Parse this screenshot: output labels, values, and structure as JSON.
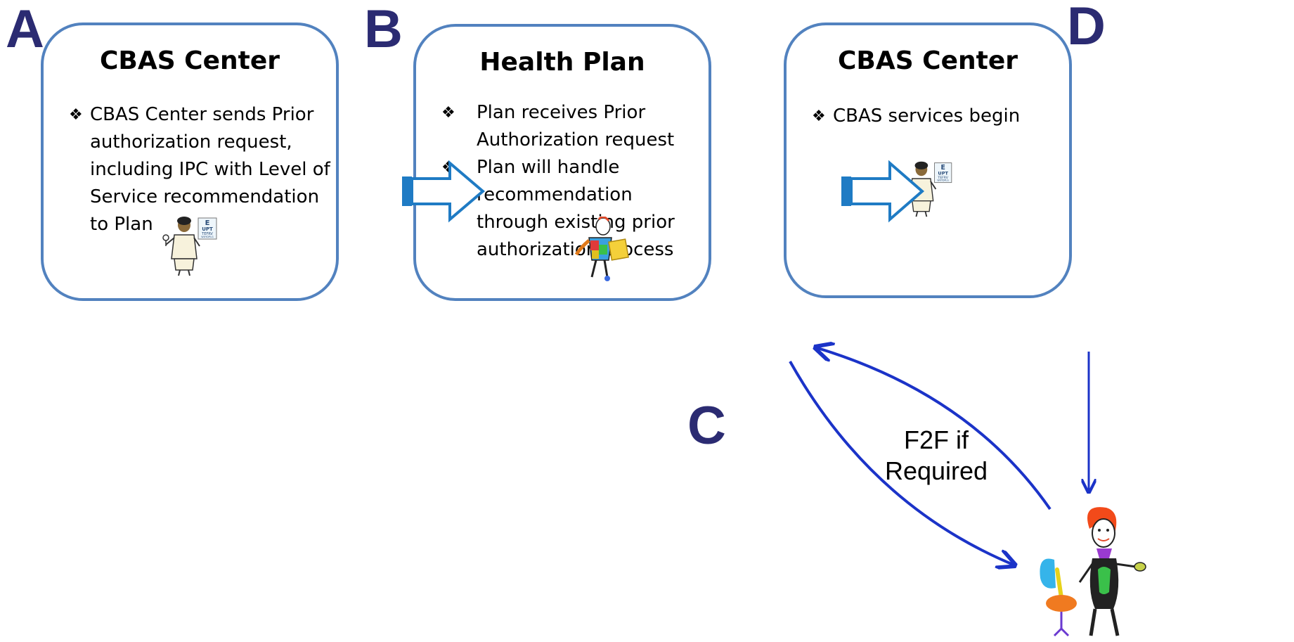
{
  "markers": {
    "a": "A",
    "b": "B",
    "c": "C",
    "d": "D"
  },
  "boxes": [
    {
      "title": "CBAS Center",
      "bullets": [
        "CBAS Center sends Prior authorization request, including IPC with Level of Service recommendation to Plan"
      ]
    },
    {
      "title": "Health Plan",
      "bullets": [
        "Plan receives Prior Authorization request",
        "Plan will handle recommendation through existing prior authorization process"
      ]
    },
    {
      "title": "CBAS Center",
      "bullets": [
        "CBAS services begin"
      ]
    }
  ],
  "bullet_glyph": "❖",
  "f2f_label": {
    "line1": "F2F if",
    "line2": "Required"
  },
  "eye_chart": {
    "l1": "E",
    "l2": "UPT",
    "l3": "TEFRV",
    "l4": "WXYDPLG"
  },
  "colors": {
    "box_border": "#5282bf",
    "block_arrow": "#1f7bc4",
    "curve_arrow": "#1b33c8",
    "marker": "#2b2b72"
  },
  "icons": [
    "eye-doctor-icon",
    "person-with-folder-icon",
    "face-to-face-assessment-icon"
  ]
}
